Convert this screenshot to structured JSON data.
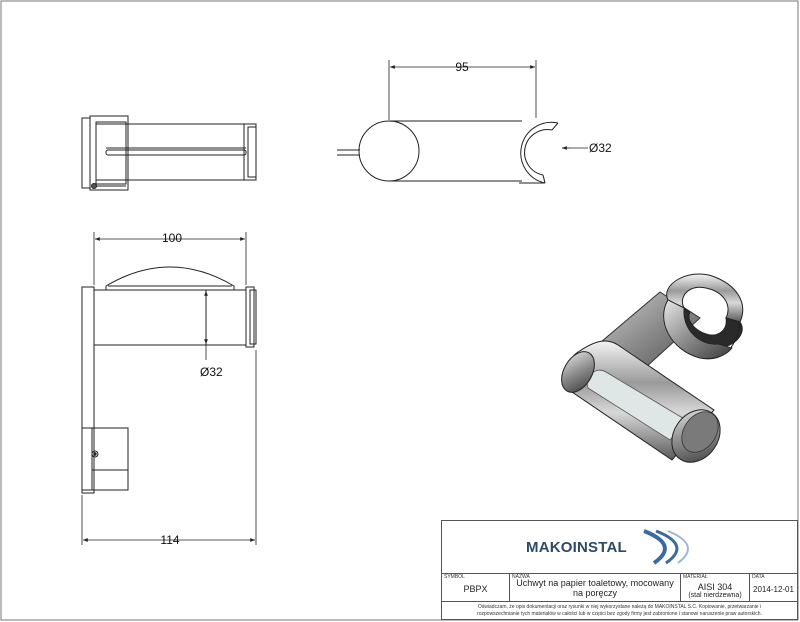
{
  "dimensions": {
    "top_length": "95",
    "top_diameter": "Ø32",
    "side_width": "100",
    "side_diameter": "Ø32",
    "overall_length": "114"
  },
  "title_block": {
    "company": "MAKOINSTAL",
    "symbol_caption": "SYMBOL",
    "symbol": "PBPX",
    "name_caption": "NAZWA",
    "name_line1": "Uchwyt na papier toaletowy, mocowany",
    "name_line2": "na poręczy",
    "material_caption": "MATERIAŁ",
    "material": "AISI 304",
    "material_note": "(stal nierdzewna)",
    "date_caption": "DATA",
    "date": "2014-12-01",
    "notice_line1": "Oświadczam, że opis dokumentacji oraz rysunki w niej wykorzystane należą do MAKOINSTAL S.C. Kopiowanie, przetwarzanie i",
    "notice_line2": "rozpowszechnianie tych materiałów w całości lub w części bez zgody firmy jest zabronione i stanowi naruszenie praw autorskich."
  },
  "colors": {
    "logo_text": "#2d4a68",
    "logo_swoosh": "#3a6aa0",
    "line": "#222222"
  }
}
